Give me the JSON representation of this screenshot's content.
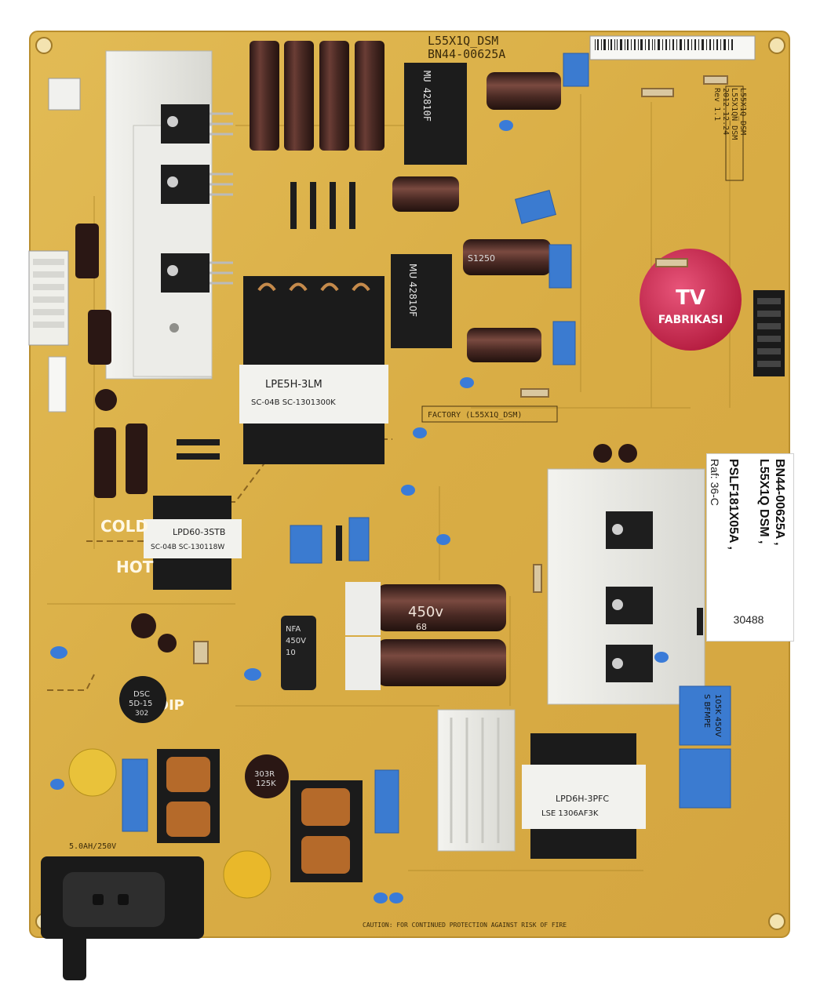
{
  "photo": {
    "subject": "Power supply board",
    "board_top_label": "L55X1Q_DSM",
    "board_part": "BN44-00625A",
    "board_model_vertical": [
      "L55X1Q_DSM",
      "L55X1QN_DSM",
      "2012.12.24",
      "Rev 1.1"
    ],
    "factory": "FACTORY (L55X1Q_DSM)",
    "hot_label": "HOT",
    "cold_label": "COLD",
    "dip_label": "DIP",
    "transformer_main": [
      "LPE5H-3LM",
      "SC-04B SC-1301300K"
    ],
    "transformer_small": [
      "LPD60-3STB",
      "SC-04B SC-130118W"
    ],
    "transformer_pfc": [
      "LPD6H-3PFC",
      "LSE 1306AF3K"
    ],
    "chokes": [
      "MU 42810F",
      "MU 42810F"
    ],
    "cap_big": [
      "450v",
      "68"
    ],
    "cap_small_label": "S1250",
    "film_caps": [
      "105K 450V",
      "S BFMPE"
    ],
    "ntc": [
      "DSC",
      "5D-15",
      "302"
    ],
    "inductor": [
      "303R",
      "125K"
    ],
    "fuse": "5.0AH/250V",
    "nfa_cap": [
      "NFA",
      "450V",
      "10"
    ],
    "watermark": {
      "line1": "TV",
      "line2": "FABRIKASI"
    },
    "label_sticker": {
      "lines": [
        "BN44-00625A ,",
        "L55X1Q DSM ,",
        "PSLF181X05A ,"
      ],
      "ref": "Raf: 36-C",
      "number": "30488"
    },
    "caution": "CAUTION: FOR CONTINUED PROTECTION AGAINST RISK OF FIRE",
    "colors": {
      "pcb": "#dcb24a",
      "pcb_dark": "#c99a35",
      "heatsink": "#e8e8e4",
      "cap_brown": "#4a2a24",
      "film_blue": "#3b7bd0",
      "watermark_red": "#c0203f"
    }
  }
}
